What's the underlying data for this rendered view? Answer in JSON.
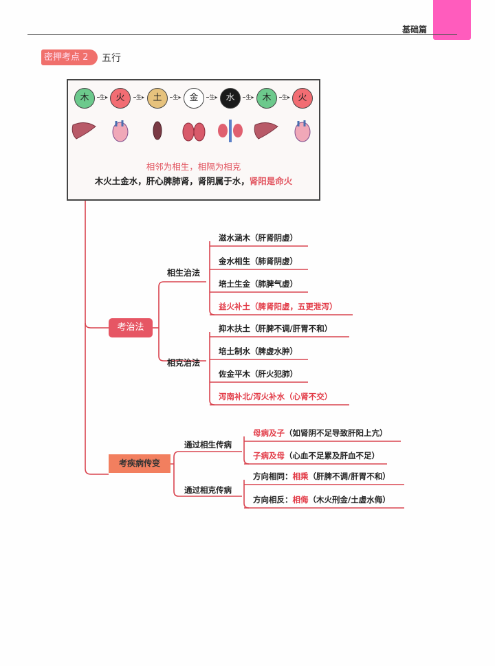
{
  "header": {
    "section": "基础篇",
    "accent": "#ff5cbd"
  },
  "badge": {
    "label": "密押考点 2",
    "title": "五行"
  },
  "diagram": {
    "elements": [
      {
        "label": "木",
        "color": "#6cc98c"
      },
      {
        "label": "火",
        "color": "#f26d73"
      },
      {
        "label": "土",
        "color": "#e6c27d"
      },
      {
        "label": "金",
        "color": "#ffffff"
      },
      {
        "label": "水",
        "color": "#1a1a1a"
      },
      {
        "label": "木",
        "color": "#6cc98c"
      },
      {
        "label": "火",
        "color": "#f26d73"
      }
    ],
    "arrow_label": "生",
    "organs": [
      "liver-icon",
      "heart-icon",
      "spleen-icon",
      "lungs-icon",
      "kidneys-icon",
      "liver-icon",
      "heart-icon"
    ],
    "line1": "相邻为相生，相隔为相克",
    "line2_black": "木火土金水，肝心脾肺肾，肾阴属于水，",
    "line2_red": "肾阳是命火"
  },
  "mindmap": {
    "treat": {
      "label": "考治法",
      "sheng": {
        "label": "相生治法",
        "items": [
          {
            "text": "滋水涵木（肝肾阴虚）",
            "red": false
          },
          {
            "text": "金水相生（肺肾阴虚）",
            "red": false
          },
          {
            "text": "培土生金（肺脾气虚）",
            "red": false
          },
          {
            "text": "益火补土（脾肾阳虚，五更泄泻）",
            "red": true
          }
        ]
      },
      "ke": {
        "label": "相克治法",
        "items": [
          {
            "text": "抑木扶土（肝脾不调/肝胃不和）",
            "red": false
          },
          {
            "text": "培土制水（脾虚水肿）",
            "red": false
          },
          {
            "text": "佐金平木（肝火犯肺）",
            "red": false
          },
          {
            "text": "泻南补北/泻火补水（心肾不交）",
            "red": true
          }
        ]
      }
    },
    "transmit": {
      "label": "考疾病传变",
      "sheng": {
        "label": "通过相生传病",
        "items": [
          {
            "hl": "母病及子",
            "rest": "（如肾阴不足导致肝阳上亢）"
          },
          {
            "hl": "子病及母",
            "rest": "（心血不足累及肝血不足）"
          }
        ]
      },
      "ke": {
        "label": "通过相克传病",
        "items": [
          {
            "pre": "方向相同：",
            "hl": "相乘",
            "rest": "（肝脾不调/肝胃不和）"
          },
          {
            "pre": "方向相反：",
            "hl": "相侮",
            "rest": "（木火刑金/土虚水侮）"
          }
        ]
      }
    }
  }
}
